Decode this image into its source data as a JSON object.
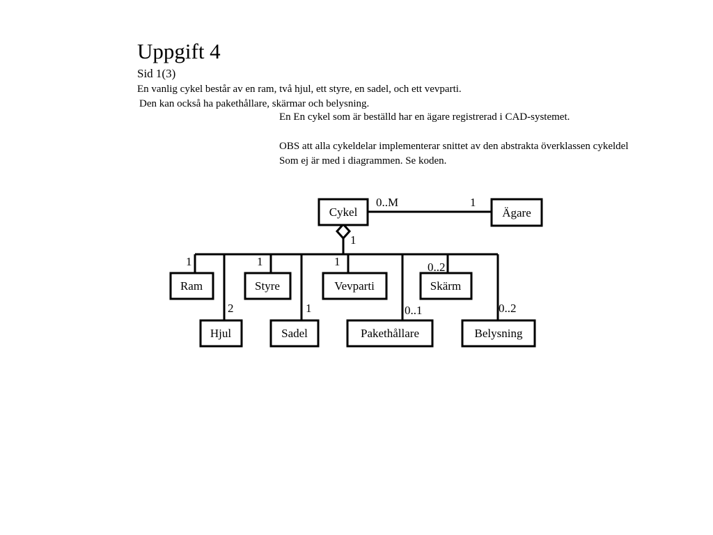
{
  "slide": {
    "title": "Uppgift 4",
    "subtitle": "Sid 1(3)",
    "description_lines": [
      "En vanlig cykel består av en ram, två hjul, ett styre, en sadel, och ett vevparti.",
      " Den kan också ha pakethållare, skärmar och belysning."
    ],
    "notes": [
      "En En cykel som är beställd har en ägare registrerad i CAD-systemet.",
      "OBS att alla cykeldelar implementerar snittet av den abstrakta överklassen cykeldel",
      "Som ej är med i diagrammen. Se koden."
    ]
  },
  "diagram": {
    "classes": {
      "cykel": "Cykel",
      "agare": "Ägare",
      "ram": "Ram",
      "styre": "Styre",
      "vevparti": "Vevparti",
      "skarm": "Skärm",
      "hjul": "Hjul",
      "sadel": "Sadel",
      "pakethallare": "Pakethållare",
      "belysning": "Belysning"
    },
    "association": {
      "cykel_end": "0..M",
      "agare_end": "1"
    },
    "aggregation": {
      "whole_end": "1",
      "part_ends": {
        "ram": "1",
        "styre": "1",
        "vevparti": "1",
        "skarm": "0..2",
        "hjul": "2",
        "sadel": "1",
        "pakethallare": "0..1",
        "belysning": "0..2"
      }
    }
  }
}
